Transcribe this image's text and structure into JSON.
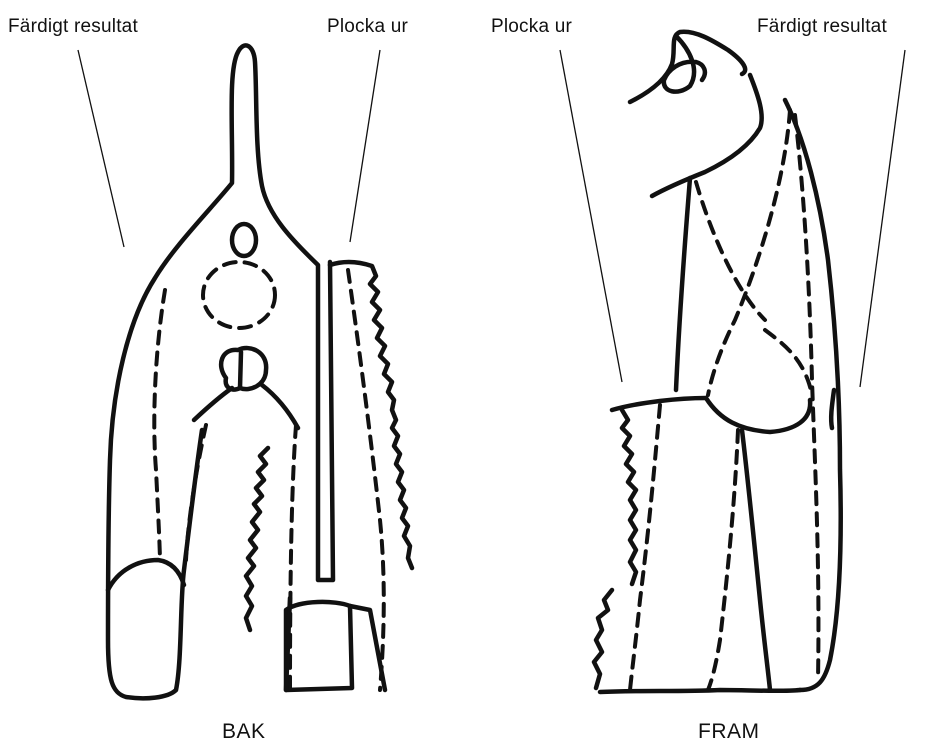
{
  "labels": {
    "back_finished": "Färdigt resultat",
    "back_pick_out": "Plocka ur",
    "front_pick_out": "Plocka ur",
    "front_finished": "Färdigt resultat"
  },
  "captions": {
    "back": "BAK",
    "front": "FRAM"
  },
  "colors": {
    "ink": "#111111",
    "background": "#ffffff"
  }
}
